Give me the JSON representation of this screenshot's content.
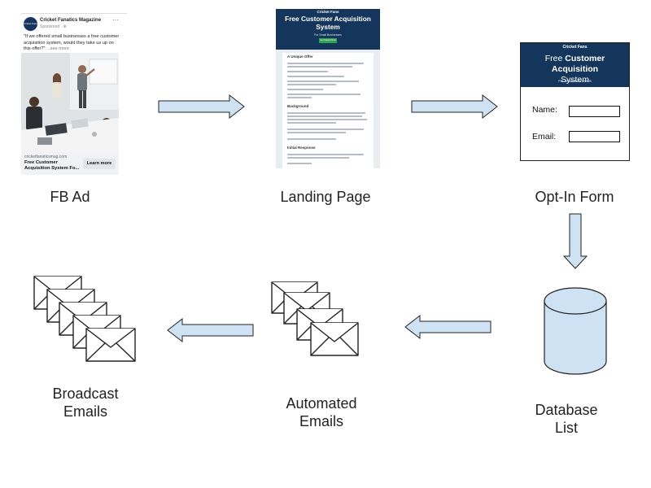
{
  "fb_ad": {
    "page_name": "Cricket Fanatics Magazine",
    "sponsored": "Sponsored · ⊕",
    "avatar_text": "Cricket Fans",
    "more_glyph": "···",
    "post_text": "\"If we offered small businesses a free customer acquisition system, would they take us up on this offer?\"",
    "see_more": "...see more",
    "domain": "cricketfanaticsmag.com",
    "headline": "Free Customer Acquisition System Fo...",
    "cta": "Learn more",
    "label": "FB Ad"
  },
  "landing_page": {
    "logo": "Cricket Fans",
    "title_bold": "Free Customer Acquisition",
    "title_rest": "System",
    "subtitle": "For Small Businesses",
    "button": "Get Started Now",
    "section_1": "A Unique Offer",
    "section_2": "Background",
    "section_3": "Initial Response",
    "label": "Landing Page"
  },
  "optin_form": {
    "logo": "Cricket Fans",
    "title_normal_1": "Free ",
    "title_bold": "Customer Acquisition",
    "title_normal_2": "System",
    "subtitle": "For Small Businesses",
    "name_label": "Name:",
    "email_label": "Email:",
    "label": "Opt-In Form"
  },
  "database": {
    "label_line1": "Database",
    "label_line2": "List"
  },
  "automated_emails": {
    "label_line1": "Automated",
    "label_line2": "Emails"
  },
  "broadcast_emails": {
    "label_line1": "Broadcast",
    "label_line2": "Emails"
  },
  "colors": {
    "arrow_fill": "#cfe2f3",
    "arrow_stroke": "#222222",
    "brand_navy": "#15365c",
    "cylinder_fill": "#cfe2f3"
  }
}
